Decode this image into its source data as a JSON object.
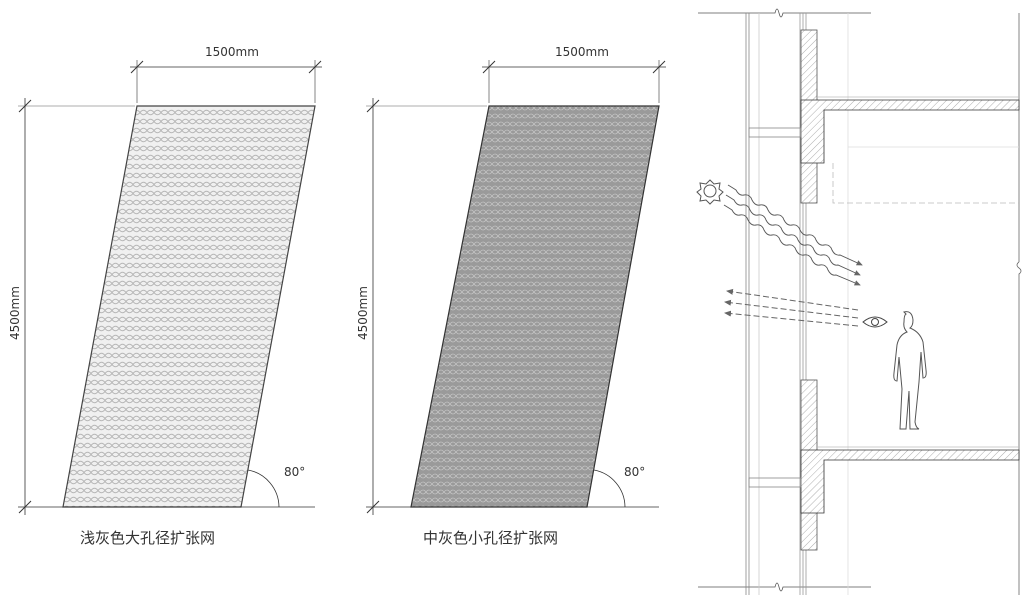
{
  "panels": [
    {
      "width_label": "1500mm",
      "height_label": "4500mm",
      "angle_label": "80°",
      "caption": "浅灰色大孔径扩张网",
      "fill": "#efefef",
      "mesh_color": "#b5b5b5"
    },
    {
      "width_label": "1500mm",
      "height_label": "4500mm",
      "angle_label": "80°",
      "caption": "中灰色小孔径扩张网",
      "fill": "#9a9a9a",
      "mesh_color": "#c8c8c8"
    }
  ],
  "section": {
    "icons": [
      "sun-icon",
      "eye-icon",
      "person-figure"
    ]
  }
}
